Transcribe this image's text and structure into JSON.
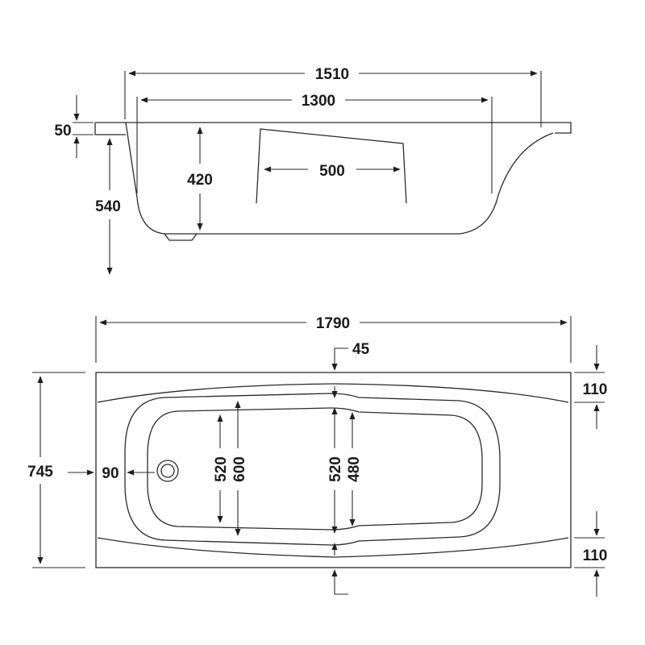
{
  "side_view": {
    "length_outer": "1510",
    "length_inner": "1300",
    "rim_thickness": "50",
    "inner_depth": "420",
    "backrest_width": "500",
    "total_height": "540"
  },
  "top_view": {
    "overall_length": "1790",
    "overall_width": "745",
    "edge_offset_top": "45",
    "rim_top": "110",
    "rim_bottom": "110",
    "waste_offset": "90",
    "width_left_inner": "520",
    "width_left_outer": "600",
    "width_mid_inner": "520",
    "width_mid_outer": "480"
  }
}
